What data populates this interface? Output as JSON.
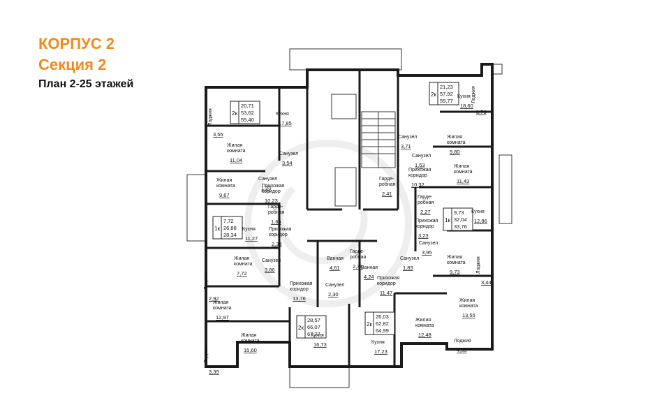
{
  "header": {
    "building": "КОРПУС 2",
    "section": "Секция 2",
    "plan": "План 2-25 этажей"
  },
  "colors": {
    "accent": "#f28a1c",
    "wall": "#1a1a1a",
    "line": "#333333"
  },
  "apartments": [
    {
      "id": "apt_2k_top_left",
      "type": "2к",
      "areas": [
        "20,71",
        "53,62",
        "55,40"
      ]
    },
    {
      "id": "apt_2k_top_right",
      "type": "2к",
      "areas": [
        "21,23",
        "57,92",
        "59,77"
      ]
    },
    {
      "id": "apt_1k_left",
      "type": "1к",
      "areas": [
        "7,72",
        "26,88",
        "28,34"
      ]
    },
    {
      "id": "apt_1k_right",
      "type": "1к",
      "areas": [
        "9,73",
        "32,04",
        "33,76"
      ]
    },
    {
      "id": "apt_2k_bottom_mid",
      "type": "2к",
      "areas": [
        "28,57",
        "66,07",
        "67,77"
      ]
    },
    {
      "id": "apt_2k_bottom_right",
      "type": "2к",
      "areas": [
        "26,03",
        "62,82",
        "64,99"
      ]
    }
  ],
  "room_labels": [
    {
      "id": "r1",
      "lines": [
        "Лоджия"
      ],
      "area": "3,55"
    },
    {
      "id": "r2",
      "lines": [
        "Кухня"
      ],
      "area": "17,85"
    },
    {
      "id": "r3",
      "lines": [
        "Жилая",
        "комната"
      ],
      "area": "11,04"
    },
    {
      "id": "r4",
      "lines": [
        "Санузел"
      ],
      "area": "3,54"
    },
    {
      "id": "r5",
      "lines": [
        "Санузел"
      ],
      "area": "1,20"
    },
    {
      "id": "r6",
      "lines": [
        "Жилая",
        "комната"
      ],
      "area": "9,67"
    },
    {
      "id": "r7",
      "lines": [
        "Прихожая",
        "коридор"
      ],
      "area": "10,23"
    },
    {
      "id": "r8",
      "lines": [
        "Гарде-",
        "робная"
      ],
      "area": "1,65"
    },
    {
      "id": "r9",
      "lines": [
        "Кухня"
      ],
      "area": "11,27"
    },
    {
      "id": "r10",
      "lines": [
        "Прихожая",
        "коридор"
      ],
      "area": "2,38"
    },
    {
      "id": "r11",
      "lines": [
        "Жилая",
        "комната"
      ],
      "area": "7,72"
    },
    {
      "id": "r12",
      "lines": [
        "Санузел"
      ],
      "area": "3,86"
    },
    {
      "id": "r13",
      "lines": [
        "Лоджия"
      ],
      "area": "2,92"
    },
    {
      "id": "r14",
      "lines": [
        "Жилая",
        "комната"
      ],
      "area": "12,97"
    },
    {
      "id": "r15",
      "lines": [
        "Жилая",
        "комната"
      ],
      "area": "15,60"
    },
    {
      "id": "r16",
      "lines": [
        "Лоджия"
      ],
      "area": "3,39"
    },
    {
      "id": "r17",
      "lines": [
        "Ванная"
      ],
      "area": "4,61"
    },
    {
      "id": "r18",
      "lines": [
        "Прихожая",
        "коридор"
      ],
      "area": "13,76"
    },
    {
      "id": "r19",
      "lines": [
        "Санузел"
      ],
      "area": "2,30"
    },
    {
      "id": "r20",
      "lines": [
        "Кухня"
      ],
      "area": "16,73"
    },
    {
      "id": "r21",
      "lines": [
        "Гарде-",
        "робная"
      ],
      "area": "2,38"
    },
    {
      "id": "r22",
      "lines": [
        "Ванная"
      ],
      "area": "4,24"
    },
    {
      "id": "r23",
      "lines": [
        "Прихожая",
        "коридор"
      ],
      "area": "11,47"
    },
    {
      "id": "r24",
      "lines": [
        "Кухня"
      ],
      "area": "17,23"
    },
    {
      "id": "r25",
      "lines": [
        "Жилая",
        "комната"
      ],
      "area": "12,48"
    },
    {
      "id": "r26",
      "lines": [
        "Жилая",
        "комната"
      ],
      "area": "13,55"
    },
    {
      "id": "r27",
      "lines": [
        "Лоджия"
      ],
      "area": "4,33"
    },
    {
      "id": "r28",
      "lines": [
        "Жилая",
        "комната"
      ],
      "area": "9,73"
    },
    {
      "id": "r29",
      "lines": [
        "Лоджия"
      ],
      "area": "3,44"
    },
    {
      "id": "r30",
      "lines": [
        "Санузел"
      ],
      "area": "3,95"
    },
    {
      "id": "r31",
      "lines": [
        "Санузел"
      ],
      "area": "1,83"
    },
    {
      "id": "r32",
      "lines": [
        "Прихожая",
        "коридор"
      ],
      "area": "3,23"
    },
    {
      "id": "r33",
      "lines": [
        "Гарде-",
        "робная"
      ],
      "area": "2,27"
    },
    {
      "id": "r34",
      "lines": [
        "Кухня"
      ],
      "area": "12,86"
    },
    {
      "id": "r35",
      "lines": [
        "Гарде-",
        "робная"
      ],
      "area": "2,41"
    },
    {
      "id": "r36",
      "lines": [
        "Прихожая",
        "коридор"
      ],
      "area": "10,32"
    },
    {
      "id": "r37",
      "lines": [
        "Санузел"
      ],
      "area": "3,71"
    },
    {
      "id": "r38",
      "lines": [
        "Санузел"
      ],
      "area": "1,63"
    },
    {
      "id": "r39",
      "lines": [
        "Жилая",
        "комната"
      ],
      "area": "11,43"
    },
    {
      "id": "r40",
      "lines": [
        "Жилая",
        "комната"
      ],
      "area": "9,80"
    },
    {
      "id": "r41",
      "lines": [
        "Кухня"
      ],
      "area": "18,60"
    },
    {
      "id": "r42",
      "lines": [
        "Лоджия"
      ],
      "area": "3,70"
    }
  ]
}
